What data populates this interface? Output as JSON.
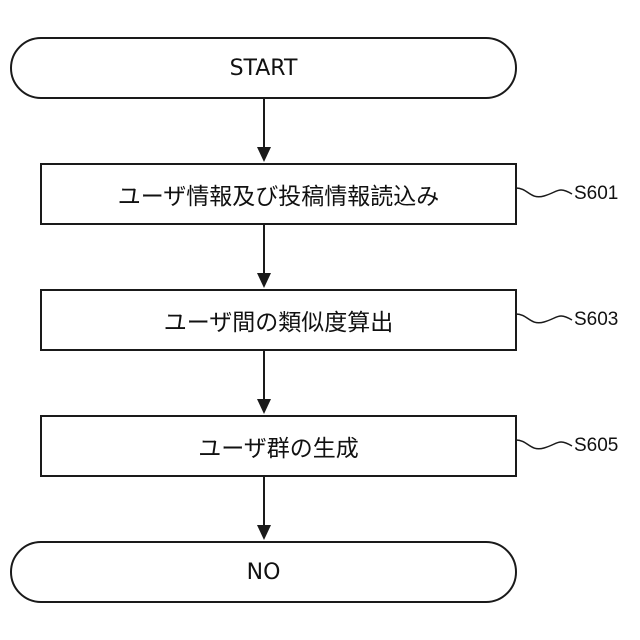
{
  "flowchart": {
    "start_label": "START",
    "end_label": "NO",
    "steps": [
      {
        "text": "ユーザ情報及び投稿情報読込み",
        "id": "S601"
      },
      {
        "text": "ユーザ間の類似度算出",
        "id": "S603"
      },
      {
        "text": "ユーザ群の生成",
        "id": "S605"
      }
    ]
  }
}
